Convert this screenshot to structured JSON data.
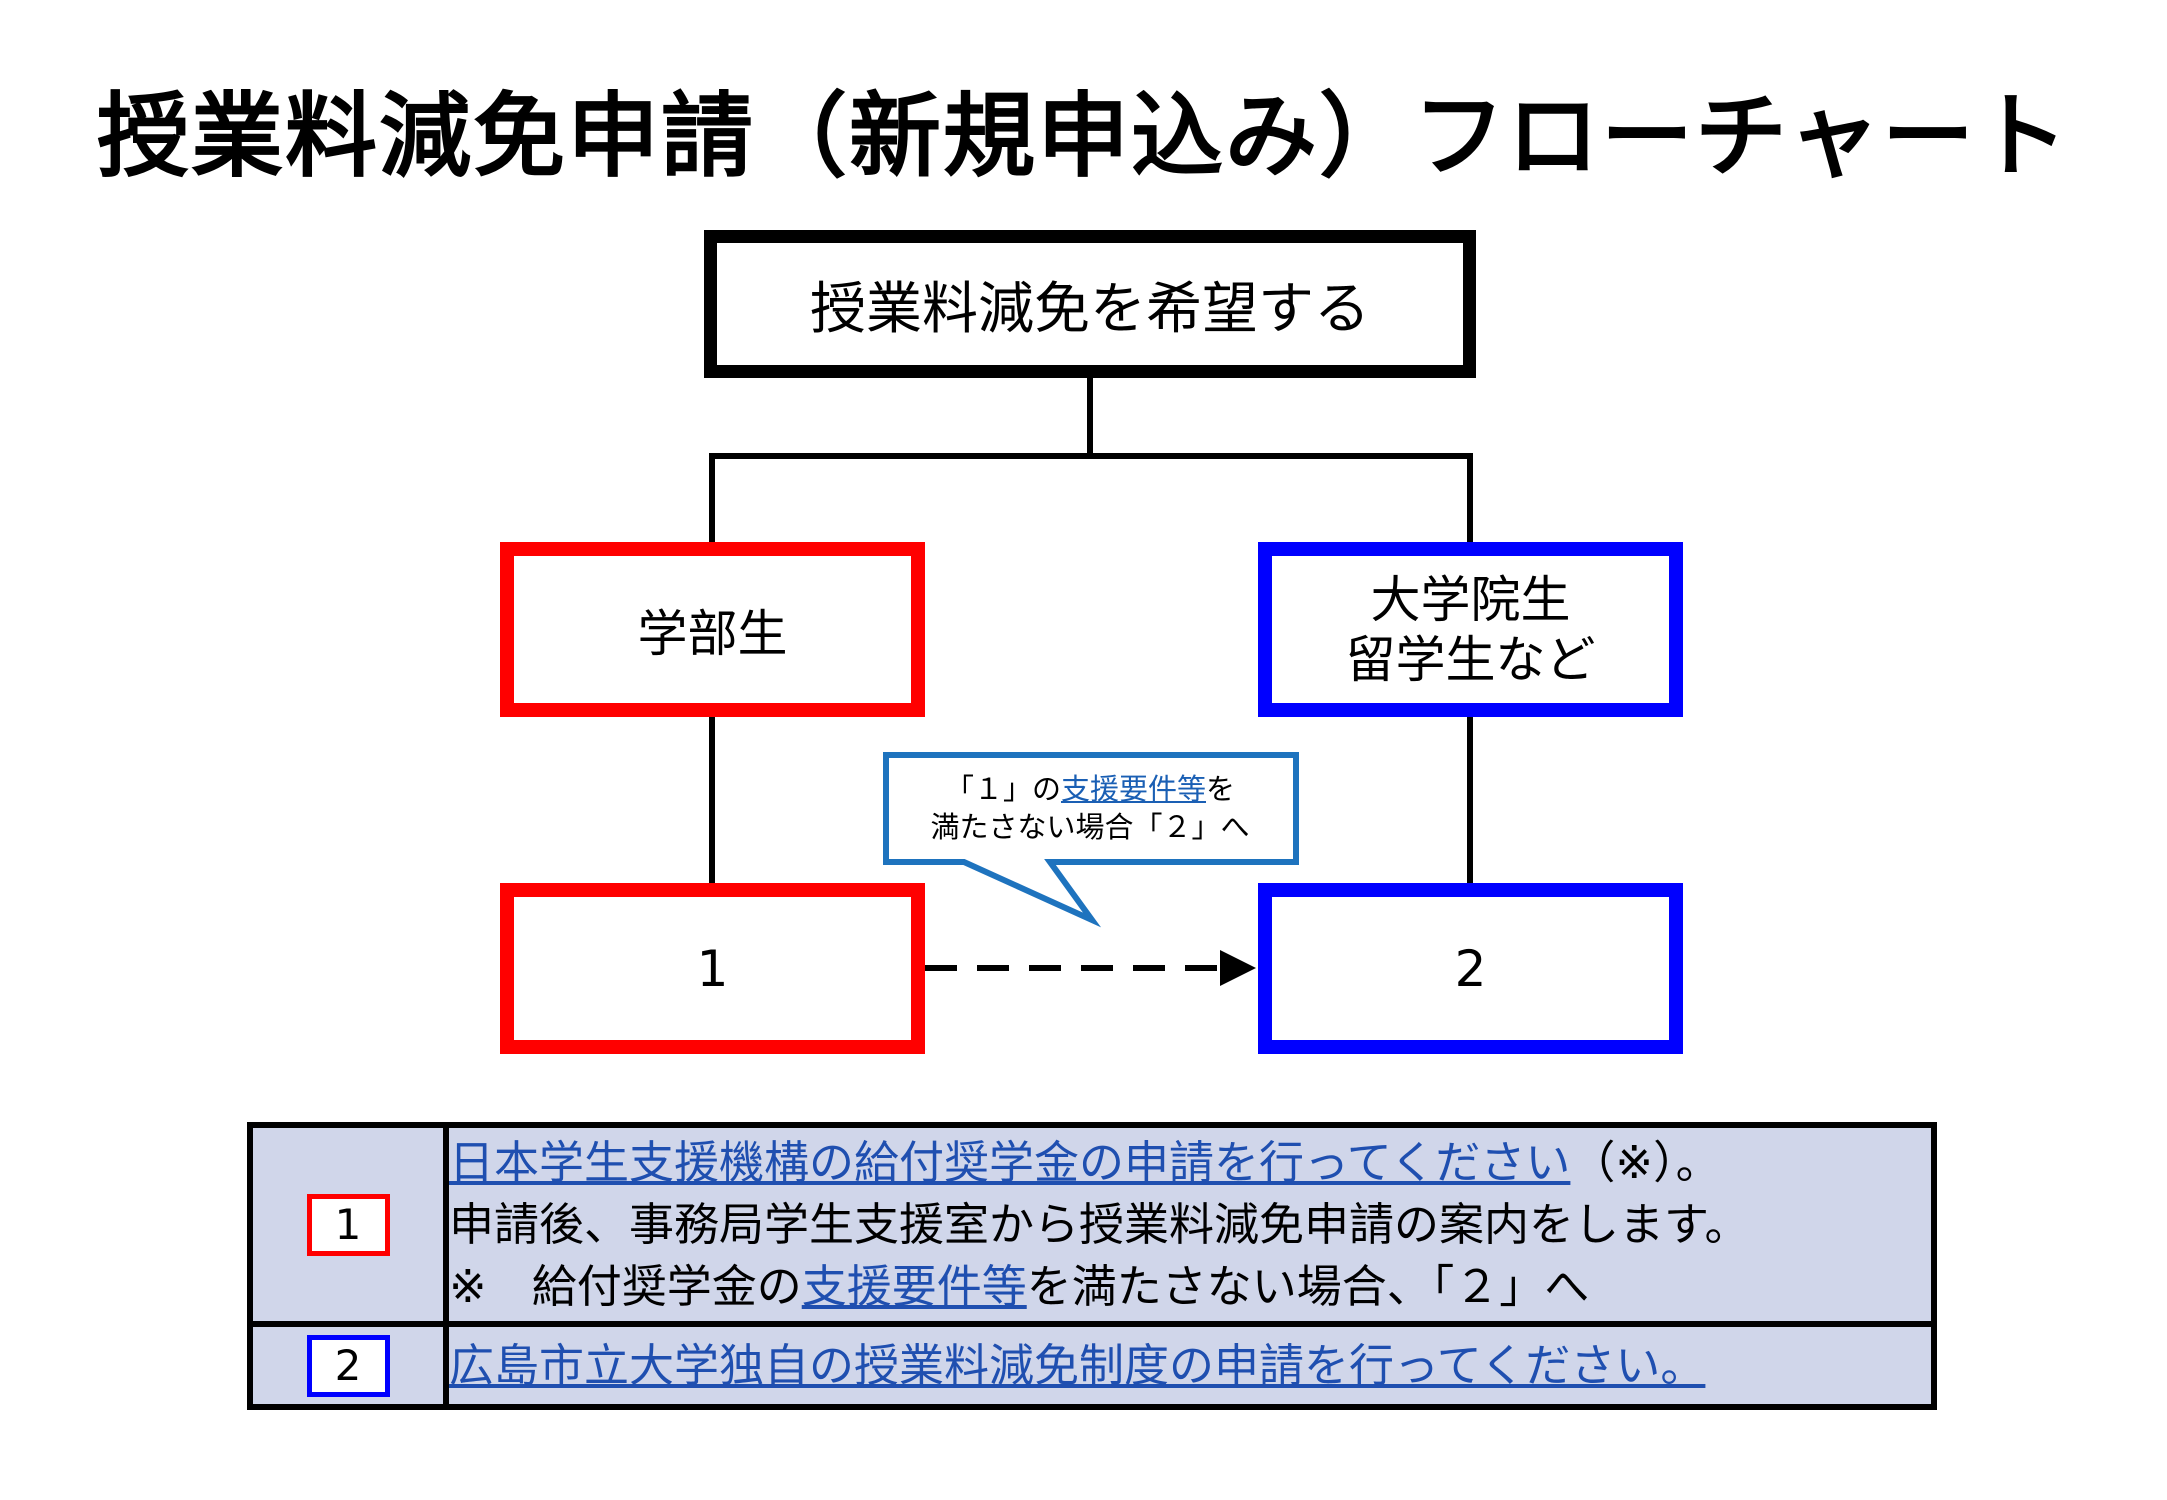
{
  "title": "授業料減免申請（新規申込み）フローチャート",
  "top_box": "授業料減免を希望する",
  "undergrad_box": "学部生",
  "grad_box": {
    "line1": "大学院生",
    "line2": "留学生など"
  },
  "step1_box": "1",
  "step2_box": "2",
  "callout": {
    "part1": "「１」の",
    "link": "支援要件等",
    "part2": "を",
    "line2": "満たさない場合「２」へ"
  },
  "table": {
    "row1": {
      "badge": "1",
      "line1_link": "日本学生支援機構の給付奨学金の申請を行ってください",
      "line1_rest": "（※）。",
      "line2": "申請後、事務局学生支援室から授業料減免申請の案内をします。",
      "line3_part1": "※　給付奨学金の",
      "line3_link": "支援要件等",
      "line3_part2": "を満たさない場合、「２」へ"
    },
    "row2": {
      "badge": "2",
      "link": "広島市立大学独自の授業料減免制度の申請を行ってください。"
    }
  },
  "colors": {
    "red": "#ff0000",
    "blue": "#0000ff",
    "callout_border": "#1e73be",
    "link": "#1a5fb4",
    "table_fill": "#d0d6ea"
  }
}
